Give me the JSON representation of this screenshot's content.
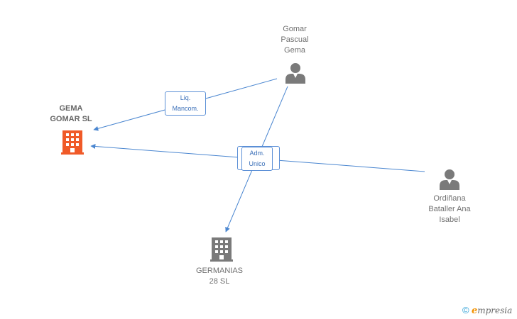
{
  "nodes": {
    "gema_gomar_sl": {
      "line1": "GEMA",
      "line2": "GOMAR SL",
      "type": "company",
      "color": "#f05a28"
    },
    "germanias_28_sl": {
      "line1": "GERMANIAS",
      "line2": "28 SL",
      "type": "company",
      "color": "#777777"
    },
    "gomar_pascual_gema": {
      "line1": "Gomar",
      "line2": "Pascual",
      "line3": "Gema",
      "type": "person",
      "color": "#777777"
    },
    "ordinana_bataller": {
      "line1": "Ordiñana",
      "line2": "Bataller Ana",
      "line3": "Isabel",
      "type": "person",
      "color": "#777777"
    }
  },
  "edges": {
    "liq_mancom": {
      "line1": "Liq.",
      "line2": "Mancom."
    },
    "adm_unico": {
      "line1": "Adm.",
      "line2": "Unico"
    }
  },
  "edge_color": "#4a86d0",
  "brand": {
    "copyright": "©",
    "initial": "e",
    "name": "mpresia"
  }
}
